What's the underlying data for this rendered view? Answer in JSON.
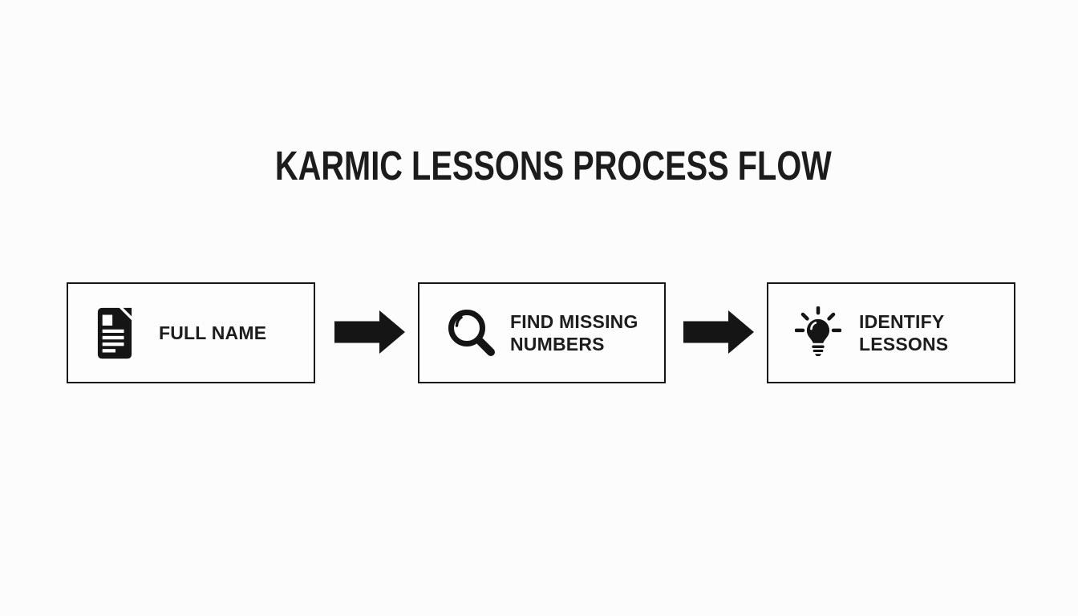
{
  "page": {
    "title": "KARMIC LESSONS PROCESS FLOW",
    "colors": {
      "background": "#fcfcfc",
      "ink": "#1c1c1c",
      "box_border": "#151515",
      "box_background": "#fdfdfd",
      "icon_color": "#151515"
    }
  },
  "flow": {
    "steps": [
      {
        "id": "full-name",
        "icon": "document-icon",
        "label": "FULL NAME",
        "lines": [
          "FULL NAME"
        ]
      },
      {
        "id": "find-missing-numbers",
        "icon": "magnifier-icon",
        "label": "FIND MISSING NUMBERS",
        "lines": [
          "FIND MISSING",
          "NUMBERS"
        ]
      },
      {
        "id": "identify-lessons",
        "icon": "lightbulb-icon",
        "label": "IDENTIFY LESSONS",
        "lines": [
          "IDENTIFY",
          "LESSONS"
        ]
      }
    ],
    "connectors": [
      {
        "icon": "arrow-right-icon"
      },
      {
        "icon": "arrow-right-icon"
      }
    ]
  }
}
